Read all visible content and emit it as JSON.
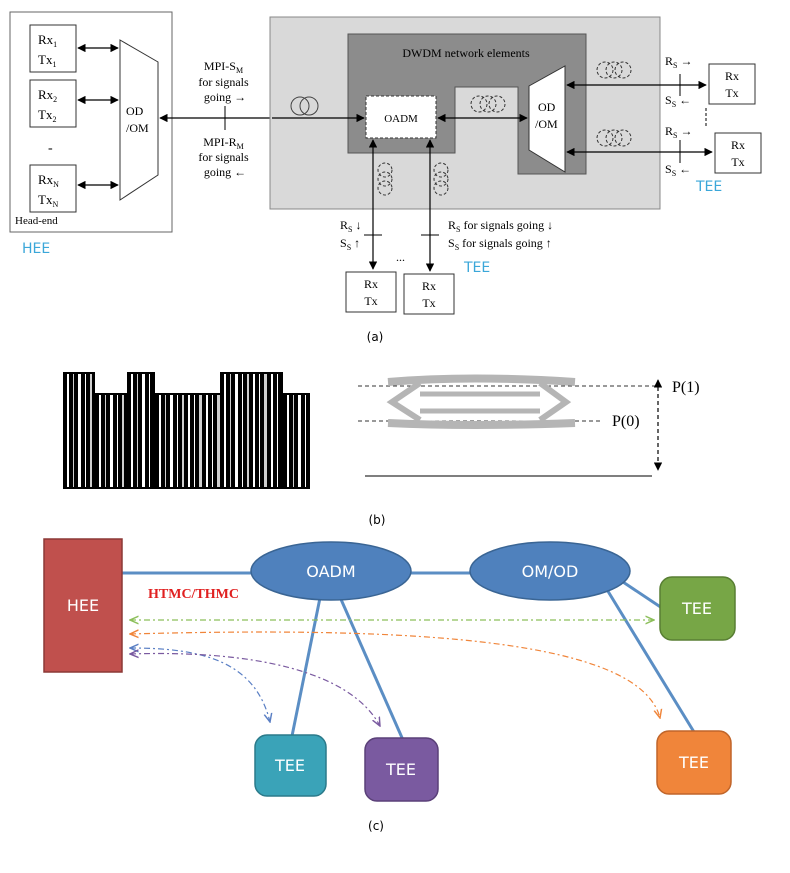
{
  "panel_a": {
    "caption": "(a)",
    "head_end": {
      "label": "Head-end",
      "group": "HEE",
      "trx1": {
        "rx": "Rx",
        "rx_sub": "1",
        "tx": "Tx",
        "tx_sub": "1"
      },
      "trx2": {
        "rx": "Rx",
        "rx_sub": "2",
        "tx": "Tx",
        "tx_sub": "2"
      },
      "trxn": {
        "rx": "Rx",
        "rx_sub": "N",
        "tx": "Tx",
        "tx_sub": "N"
      },
      "mux": {
        "line1": "OD",
        "line2": "/OM"
      },
      "dash_gap": "-"
    },
    "mpi_s": {
      "prefix": "MPI-S",
      "sub": "M",
      "line2": "for signals",
      "line3": "going →"
    },
    "mpi_r": {
      "prefix": "MPI-R",
      "sub": "M",
      "line2": "for signals",
      "line3": "going ←"
    },
    "dwdm": {
      "title": "DWDM network elements",
      "oadm": "OADM",
      "odom": {
        "line1": "OD",
        "line2": "/OM"
      }
    },
    "right": {
      "rs1": {
        "main": "R",
        "sub": "S",
        "arrow": " →"
      },
      "ss1": {
        "main": "S",
        "sub": "S",
        "arrow": " ←"
      },
      "rs2": {
        "main": "R",
        "sub": "S",
        "arrow": " →"
      },
      "ss2": {
        "main": "S",
        "sub": "S",
        "arrow": " ←"
      },
      "trx1": {
        "rx": "Rx",
        "tx": "Tx"
      },
      "trx2": {
        "rx": "Rx",
        "tx": "Tx"
      },
      "group": "TEE"
    },
    "bottom": {
      "rs_left": {
        "main": "R",
        "sub": "S",
        "arrow": " ↓"
      },
      "ss_left": {
        "main": "S",
        "sub": "S",
        "arrow": " ↑"
      },
      "rs_right": {
        "main": "R",
        "sub": "S",
        "text": " for signals going ↓"
      },
      "ss_right": {
        "main": "S",
        "sub": "S",
        "text": " for signals going ↑"
      },
      "trx1": {
        "rx": "Rx",
        "tx": "Tx"
      },
      "trx2": {
        "rx": "Rx",
        "tx": "Tx"
      },
      "ellipsis": "...",
      "group": "TEE"
    }
  },
  "panel_b": {
    "caption": "(b)",
    "p1": "P(1)",
    "p0": "P(0)"
  },
  "panel_c": {
    "caption": "(c)",
    "hee": "HEE",
    "oadm": "OADM",
    "omod": "OM/OD",
    "protocol": "HTMC/THMC",
    "tee_green": "TEE",
    "tee_teal": "TEE",
    "tee_purple": "TEE",
    "tee_orange": "TEE",
    "colors": {
      "hee": "#c0504d",
      "node": "#4f81bd",
      "link": "#5b8ec4",
      "tee_green": "#77a646",
      "tee_teal": "#3aa3b8",
      "tee_purple": "#7a5aa0",
      "tee_orange": "#f0853a",
      "protocol": "#e02020"
    }
  }
}
